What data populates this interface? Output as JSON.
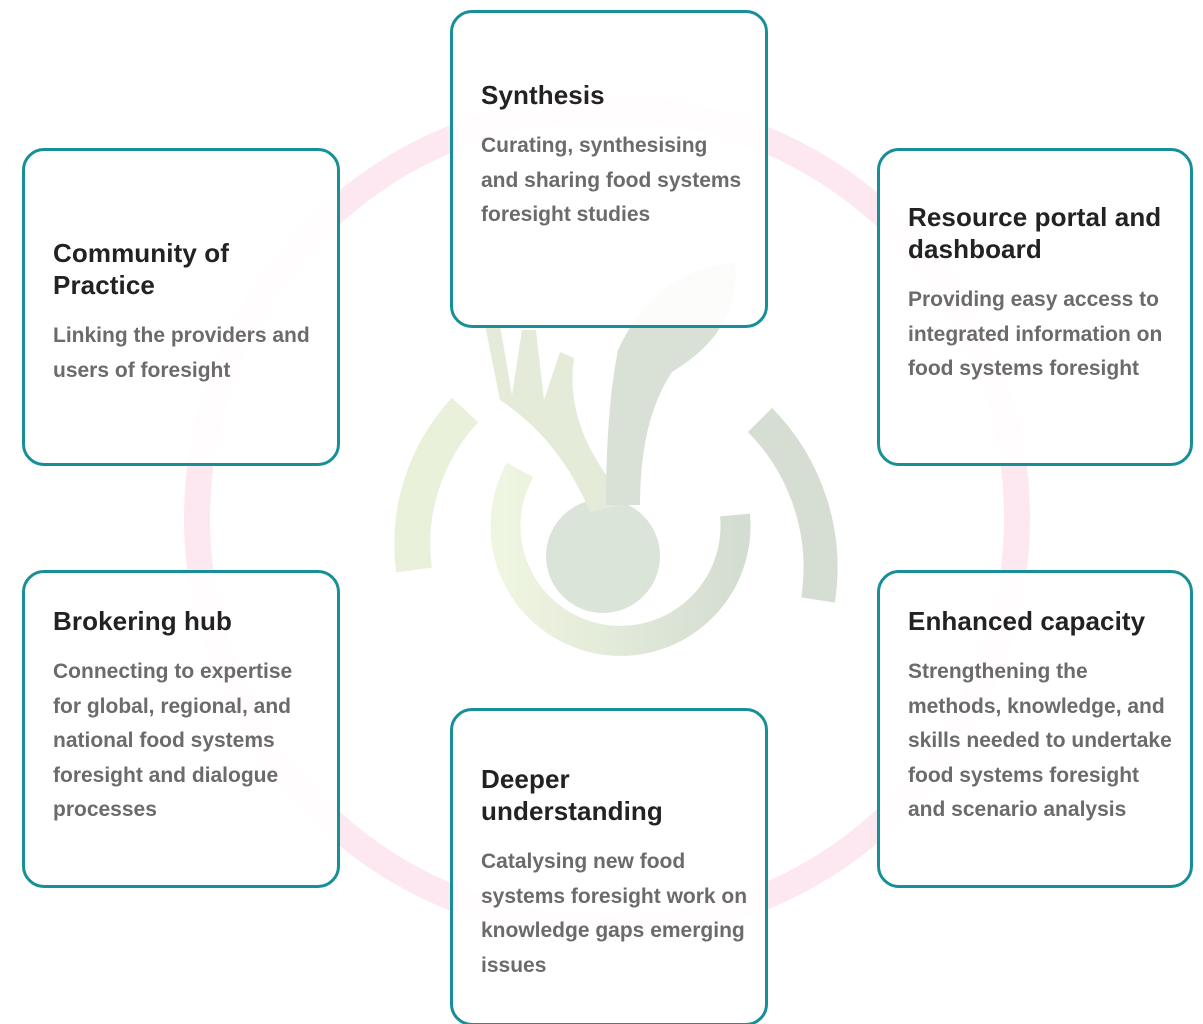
{
  "cards": {
    "synthesis": {
      "title": "Synthesis",
      "description": "Curating, synthesising and sharing food systems foresight studies"
    },
    "community": {
      "title": "Community of Practice",
      "description": "Linking the providers and users of foresight"
    },
    "resource": {
      "title": "Resource portal and dashboard",
      "description": "Providing easy access to integrated information on food systems foresight"
    },
    "brokering": {
      "title": "Brokering hub",
      "description": "Connecting to expertise for global, regional, and national food systems foresight and dialogue processes"
    },
    "capacity": {
      "title": "Enhanced capacity",
      "description": "Strengthening the methods, knowledge, and skills needed to undertake food systems foresight and scenario analysis"
    },
    "deeper": {
      "title": "Deeper understanding",
      "description": "Catalysing new food systems foresight work on knowledge gaps emerging issues"
    }
  },
  "colors": {
    "ring": "#d81b6e",
    "card_border": "#178f96",
    "title": "#222222",
    "body_text": "#6b6b6b",
    "logo_light": "#e5efd5",
    "logo_dark": "#d6dfd4"
  },
  "icons": {
    "background_logo": "fork-spoon-plate-icon"
  }
}
